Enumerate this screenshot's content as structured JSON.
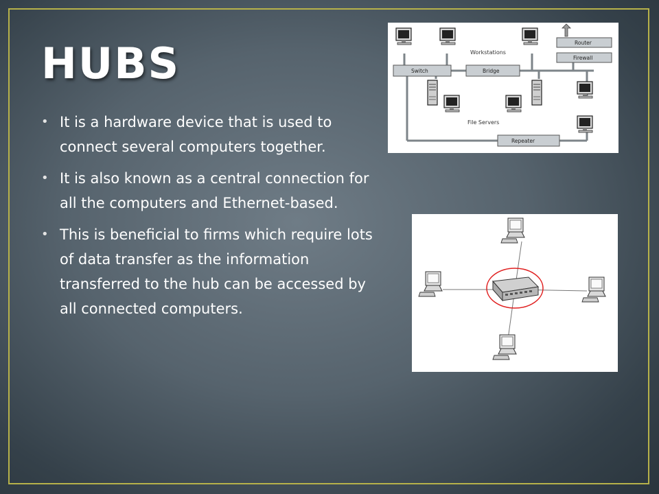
{
  "slide": {
    "title": "HUBS",
    "bullets": [
      "It is a hardware device that is used to connect several computers together.",
      "It is also known as a central connection for all the computers and Ethernet-based.",
      "This is beneficial to firms which require lots of data transfer as the information transferred to the hub can be accessed by all connected computers."
    ]
  },
  "network_diagram": {
    "labels": {
      "workstations": "Workstations",
      "router": "Router",
      "firewall": "Firewall",
      "switch": "Switch",
      "bridge": "Bridge",
      "file_servers": "File Servers",
      "repeater": "Repeater"
    }
  },
  "colors": {
    "frame": "#b7b24a",
    "hub_circle": "#e02020"
  }
}
